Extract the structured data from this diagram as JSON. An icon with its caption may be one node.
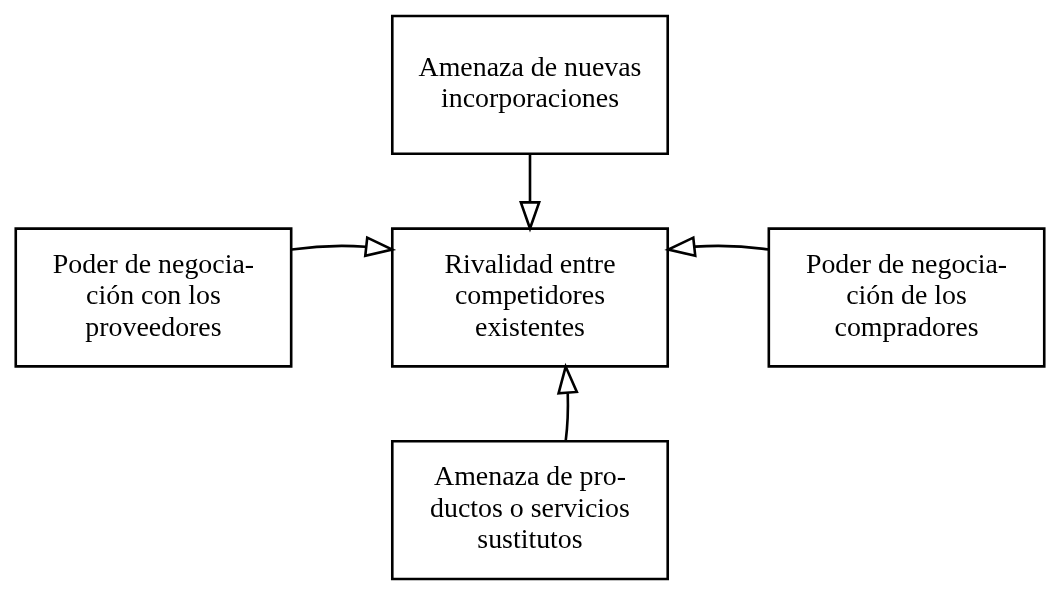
{
  "diagram": {
    "nodes": [
      {
        "text": [
          "Amenaza de nuevas incorporaciones"
        ]
      },
      {
        "text": [
          "Poder de negocia- ción con los proveedores"
        ]
      },
      {
        "text": [
          "Rivalidad entre competidores existentes"
        ]
      },
      {
        "text": [
          "Poder de negocia- ción de los compradores"
        ]
      },
      {
        "text": [
          "Amenaza de pro- ductos o servicios sustitutos"
        ]
      }
    ],
    "edges": [
      {
        "from": 0,
        "to": 2,
        "arrow": "to"
      },
      {
        "from": 1,
        "to": 2,
        "arrow": "to"
      },
      {
        "from": 3,
        "to": 2,
        "arrow": "to"
      },
      {
        "from": 4,
        "to": 2,
        "arrow": "to"
      }
    ]
  }
}
